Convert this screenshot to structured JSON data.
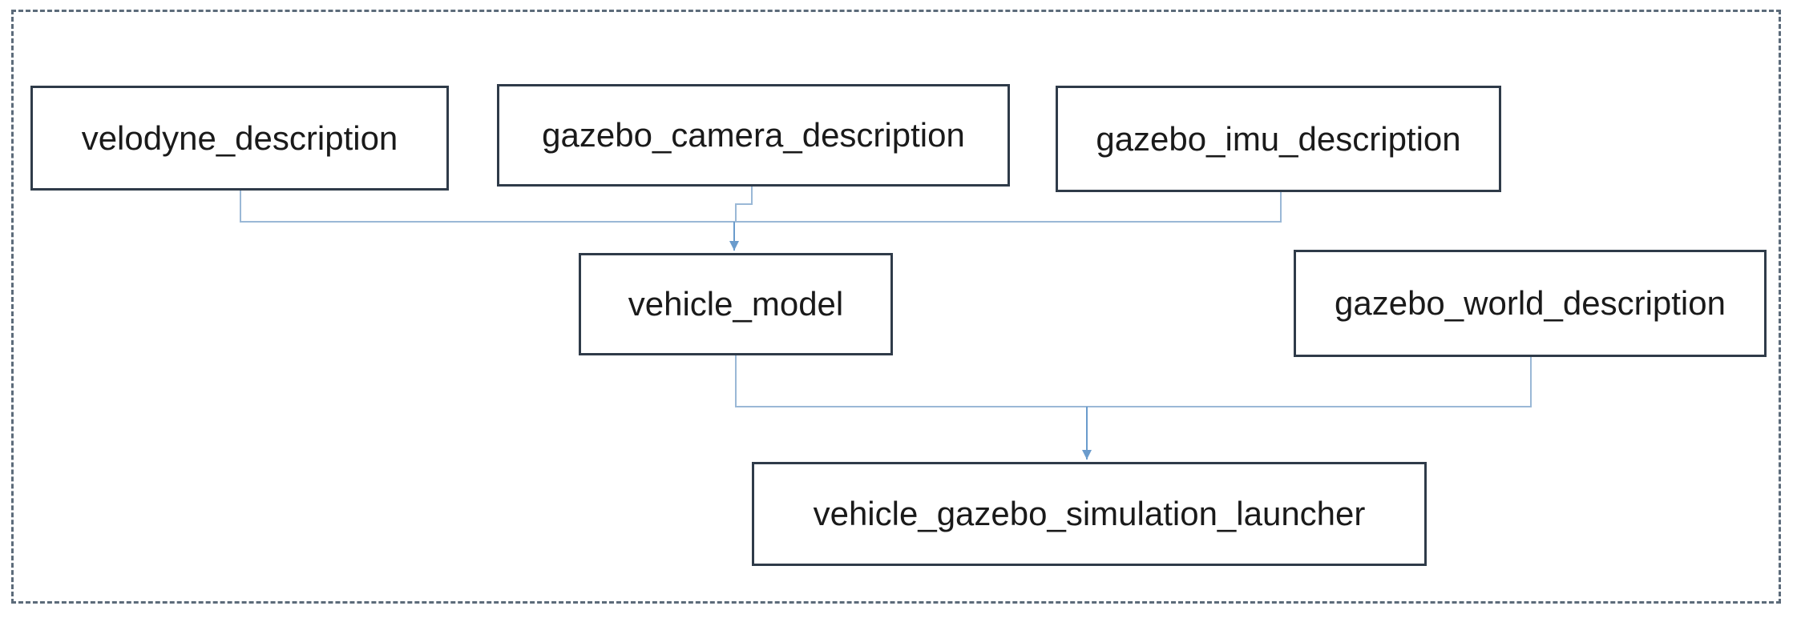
{
  "diagram": {
    "nodes": {
      "velodyne": "velodyne_description",
      "camera": "gazebo_camera_description",
      "imu": "gazebo_imu_description",
      "vehicle_model": "vehicle_model",
      "world": "gazebo_world_description",
      "launcher": "vehicle_gazebo_simulation_launcher"
    },
    "edges": [
      {
        "from": "velodyne",
        "to": "vehicle_model"
      },
      {
        "from": "camera",
        "to": "vehicle_model"
      },
      {
        "from": "imu",
        "to": "vehicle_model"
      },
      {
        "from": "vehicle_model",
        "to": "launcher"
      },
      {
        "from": "world",
        "to": "launcher"
      }
    ],
    "colors": {
      "connector": "#9ab8d6",
      "arrow": "#6a9bcc",
      "box_border": "#2f3b49",
      "frame_border": "#5c6b7a"
    }
  }
}
